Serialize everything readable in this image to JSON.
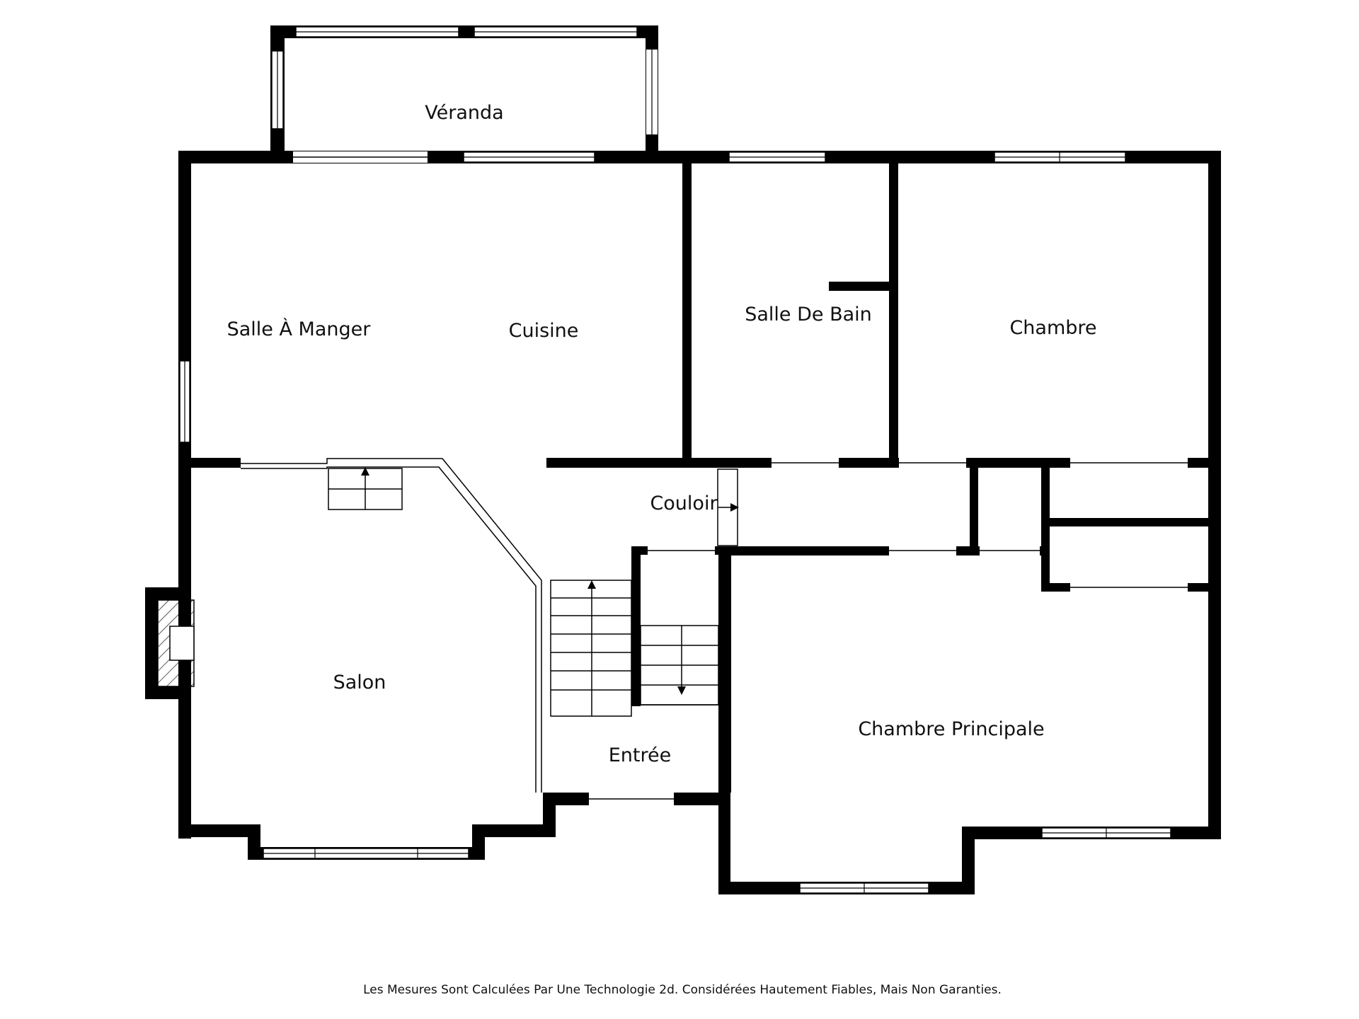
{
  "plan": {
    "rooms": {
      "veranda": "Véranda",
      "salle_a_manger": "Salle À Manger",
      "cuisine": "Cuisine",
      "salle_de_bain": "Salle De Bain",
      "chambre": "Chambre",
      "couloir": "Couloir",
      "salon": "Salon",
      "entree": "Entrée",
      "chambre_principale": "Chambre Principale"
    },
    "disclaimer": "Les Mesures Sont Calculées Par Une Technologie 2d. Considérées Hautement Fiables, Mais Non Garanties."
  },
  "colors": {
    "wall": "#000000",
    "background": "#ffffff"
  }
}
